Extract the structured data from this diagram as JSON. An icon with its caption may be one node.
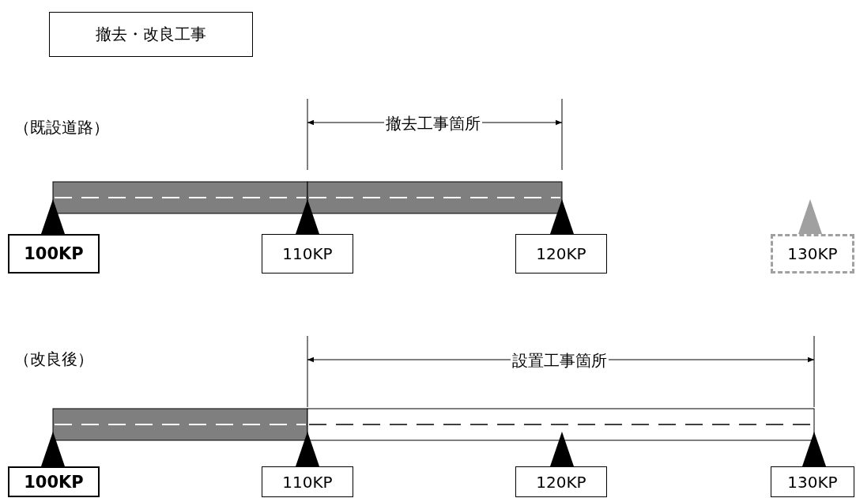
{
  "diagram": {
    "nodes": [
      {
        "text": [
          "撤去・改良工事"
        ]
      },
      {
        "text": [
          "100KP"
        ]
      },
      {
        "text": [
          "110KP"
        ]
      },
      {
        "text": [
          "120KP"
        ]
      },
      {
        "text": [
          "130KP"
        ]
      },
      {
        "text": [
          "100KP"
        ]
      },
      {
        "text": [
          "110KP"
        ]
      },
      {
        "text": [
          "120KP"
        ]
      },
      {
        "text": [
          "130KP"
        ]
      }
    ],
    "edges": [],
    "labels": [
      "（既設道路）",
      "撤去工事箇所",
      "設置工事箇所",
      "（改良後）"
    ]
  }
}
